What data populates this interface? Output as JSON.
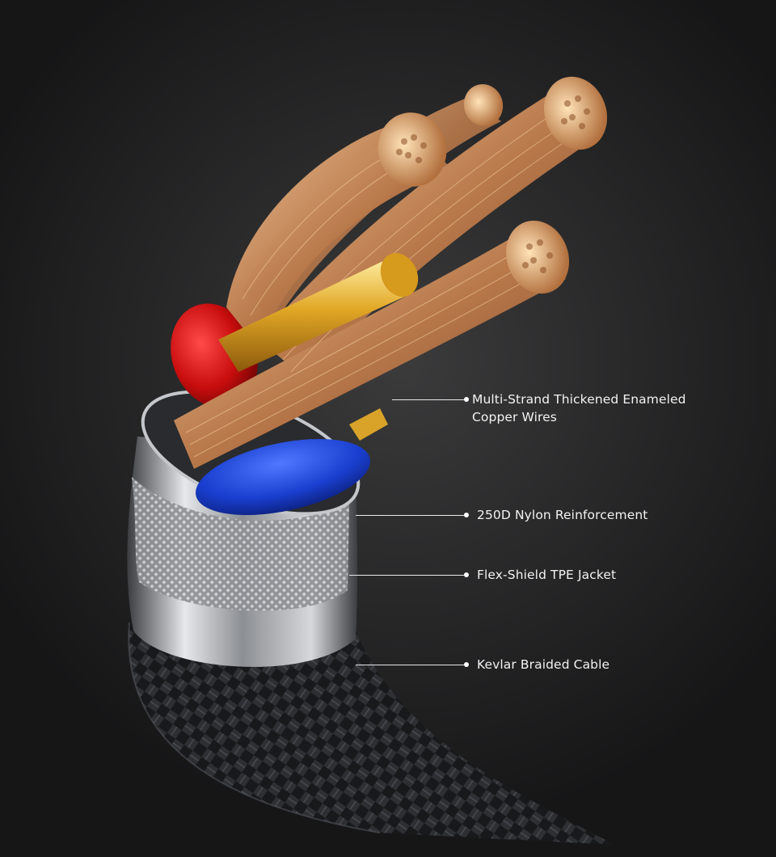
{
  "callouts": [
    {
      "id": "copper",
      "text_lines": [
        "Multi-Strand Thickened Enameled",
        "Copper Wires"
      ]
    },
    {
      "id": "nylon",
      "text_lines": [
        "250D Nylon Reinforcement"
      ]
    },
    {
      "id": "tpe",
      "text_lines": [
        "Flex-Shield TPE Jacket"
      ]
    },
    {
      "id": "kevlar",
      "text_lines": [
        "Kevlar Braided Cable"
      ]
    }
  ],
  "colors": {
    "background": "#2a2a2b",
    "copper": "#c8875a",
    "copper_light": "#f0c497",
    "red_insulation": "#d81414",
    "blue_insulation": "#1a43d6",
    "gold_core": "#e8b434",
    "steel": "#b9bcc0",
    "braid": "#1b1c1e"
  }
}
